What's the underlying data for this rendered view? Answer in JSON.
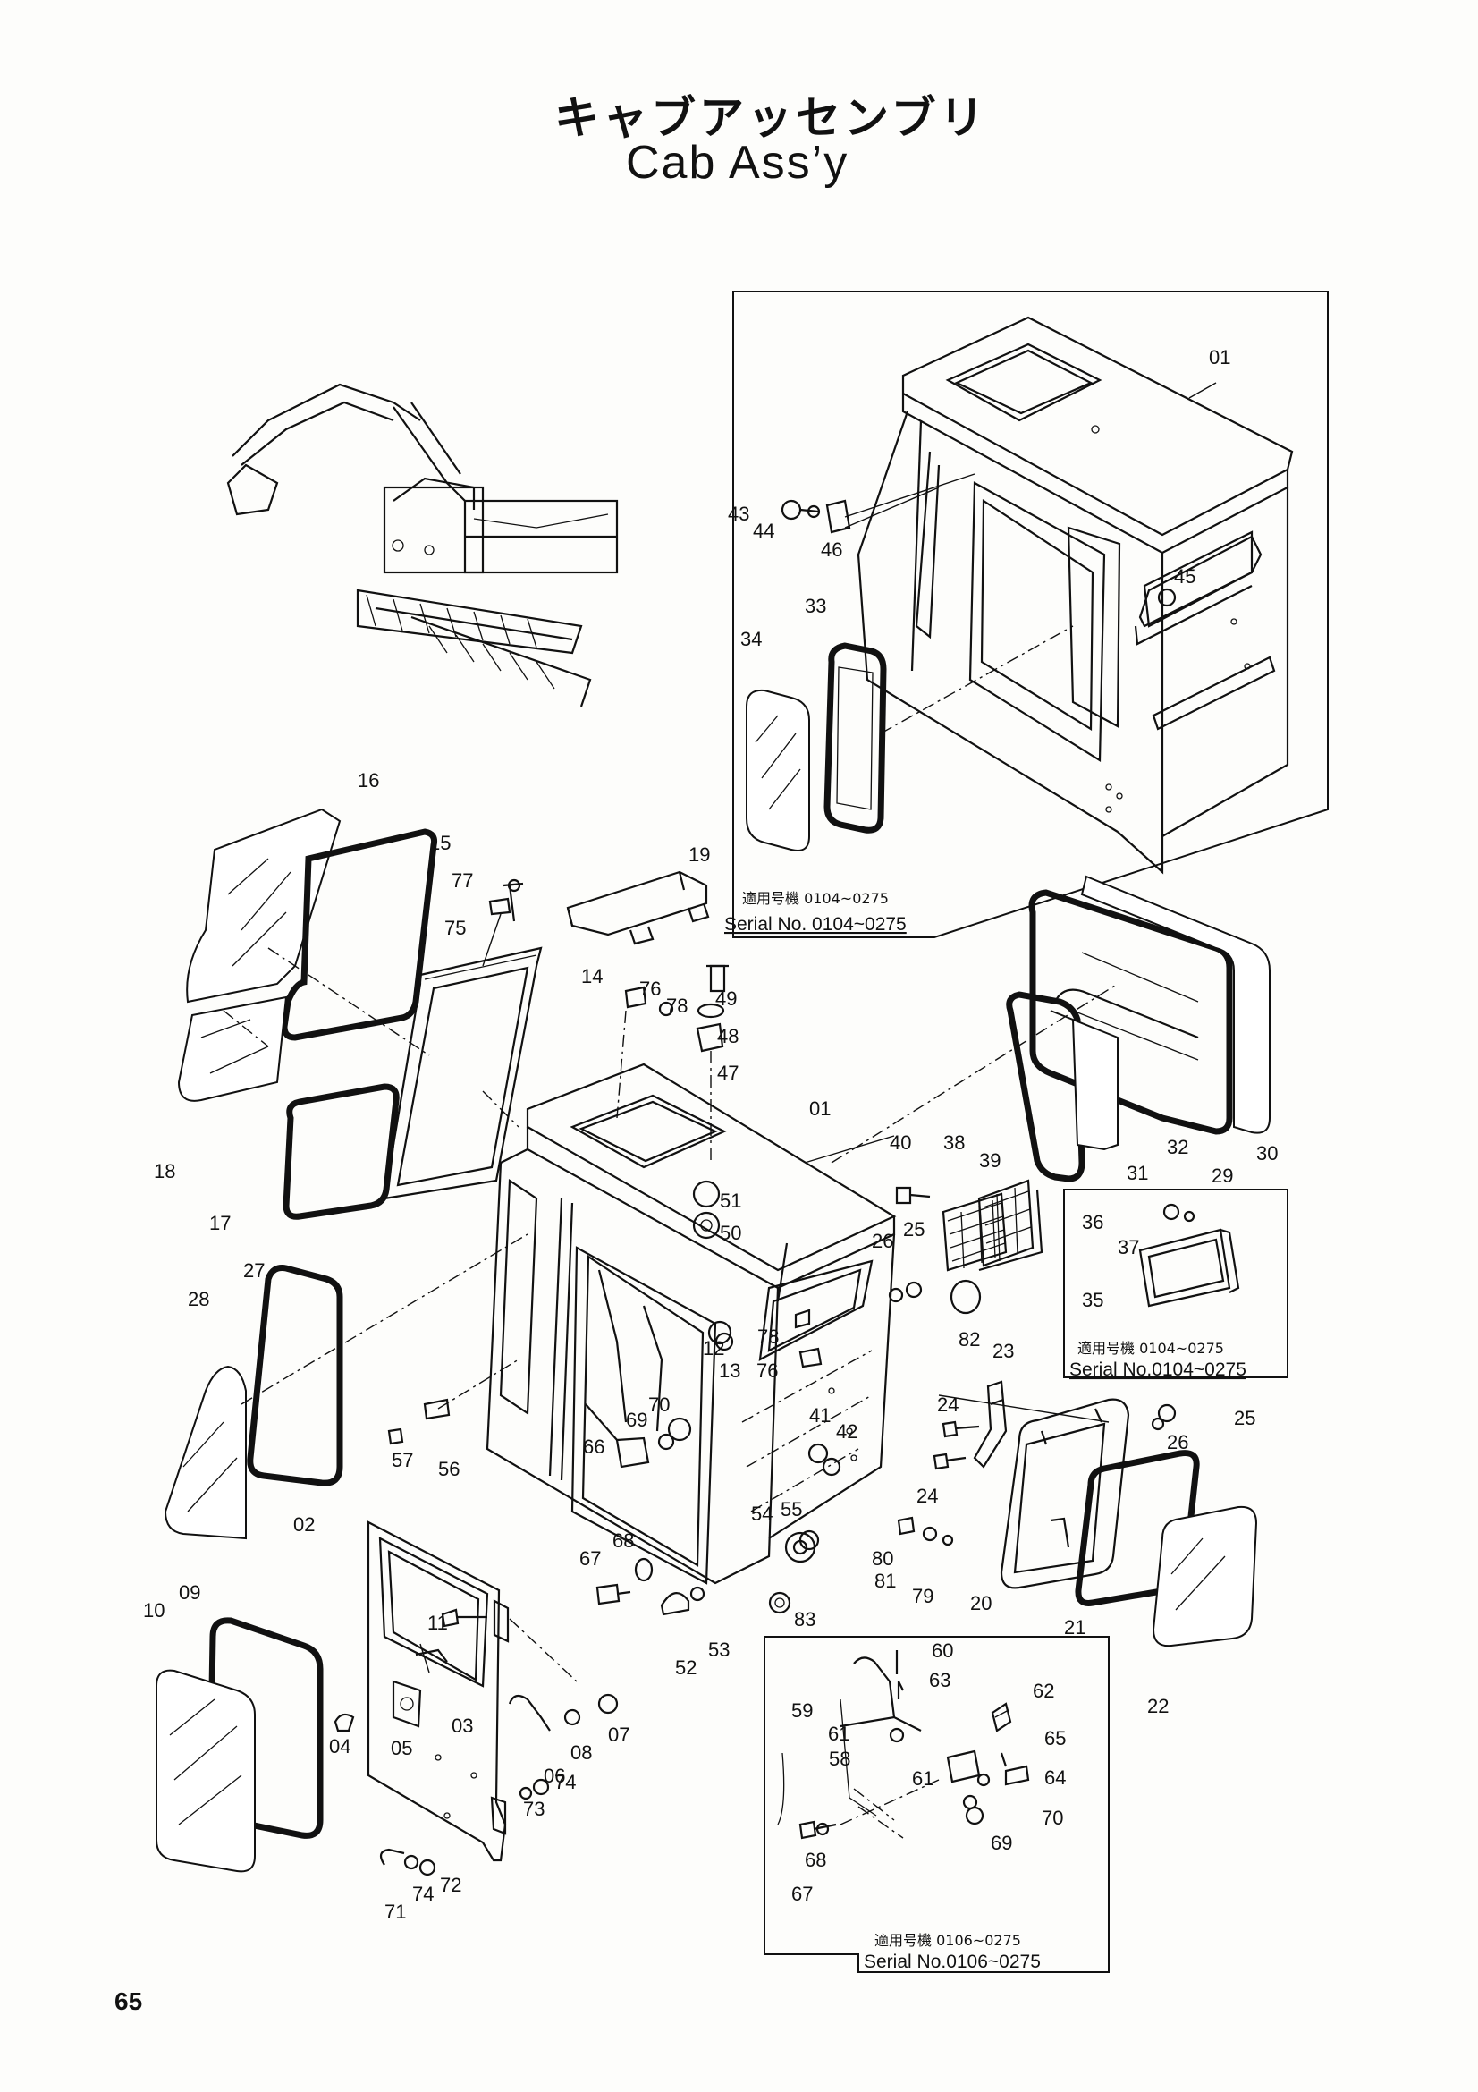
{
  "title": {
    "japanese": "キャブアッセンブリ",
    "english": "Cab Ass’y"
  },
  "page_number": "65",
  "serial_notes": {
    "top": {
      "jp": "適用号機 0104~0275",
      "en": "Serial No. 0104~0275"
    },
    "right": {
      "jp": "適用号機 0104~0275",
      "en": "Serial No.0104~0275"
    },
    "bottom": {
      "jp": "適用号機 0106~0275",
      "en": "Serial No.0106~0275"
    }
  },
  "part_labels": [
    {
      "n": "01"
    },
    {
      "n": "43"
    },
    {
      "n": "44"
    },
    {
      "n": "46"
    },
    {
      "n": "45"
    },
    {
      "n": "33"
    },
    {
      "n": "34"
    },
    {
      "n": "16"
    },
    {
      "n": "15"
    },
    {
      "n": "77"
    },
    {
      "n": "75"
    },
    {
      "n": "19"
    },
    {
      "n": "14"
    },
    {
      "n": "76"
    },
    {
      "n": "78"
    },
    {
      "n": "49"
    },
    {
      "n": "48"
    },
    {
      "n": "47"
    },
    {
      "n": "01"
    },
    {
      "n": "18"
    },
    {
      "n": "17"
    },
    {
      "n": "40"
    },
    {
      "n": "38"
    },
    {
      "n": "39"
    },
    {
      "n": "31"
    },
    {
      "n": "32"
    },
    {
      "n": "29"
    },
    {
      "n": "30"
    },
    {
      "n": "51"
    },
    {
      "n": "50"
    },
    {
      "n": "26"
    },
    {
      "n": "25"
    },
    {
      "n": "36"
    },
    {
      "n": "37"
    },
    {
      "n": "35"
    },
    {
      "n": "27"
    },
    {
      "n": "28"
    },
    {
      "n": "78"
    },
    {
      "n": "12"
    },
    {
      "n": "13"
    },
    {
      "n": "76"
    },
    {
      "n": "82"
    },
    {
      "n": "23"
    },
    {
      "n": "24"
    },
    {
      "n": "25"
    },
    {
      "n": "26"
    },
    {
      "n": "70"
    },
    {
      "n": "69"
    },
    {
      "n": "41"
    },
    {
      "n": "42"
    },
    {
      "n": "66"
    },
    {
      "n": "24"
    },
    {
      "n": "57"
    },
    {
      "n": "56"
    },
    {
      "n": "02"
    },
    {
      "n": "55"
    },
    {
      "n": "54"
    },
    {
      "n": "80"
    },
    {
      "n": "81"
    },
    {
      "n": "79"
    },
    {
      "n": "20"
    },
    {
      "n": "68"
    },
    {
      "n": "67"
    },
    {
      "n": "52"
    },
    {
      "n": "53"
    },
    {
      "n": "83"
    },
    {
      "n": "21"
    },
    {
      "n": "22"
    },
    {
      "n": "09"
    },
    {
      "n": "10"
    },
    {
      "n": "11"
    },
    {
      "n": "03"
    },
    {
      "n": "05"
    },
    {
      "n": "04"
    },
    {
      "n": "06"
    },
    {
      "n": "08"
    },
    {
      "n": "07"
    },
    {
      "n": "73"
    },
    {
      "n": "74"
    },
    {
      "n": "71"
    },
    {
      "n": "74"
    },
    {
      "n": "72"
    },
    {
      "n": "60"
    },
    {
      "n": "63"
    },
    {
      "n": "59"
    },
    {
      "n": "62"
    },
    {
      "n": "61"
    },
    {
      "n": "58"
    },
    {
      "n": "65"
    },
    {
      "n": "61"
    },
    {
      "n": "64"
    },
    {
      "n": "70"
    },
    {
      "n": "69"
    },
    {
      "n": "68"
    },
    {
      "n": "67"
    }
  ]
}
